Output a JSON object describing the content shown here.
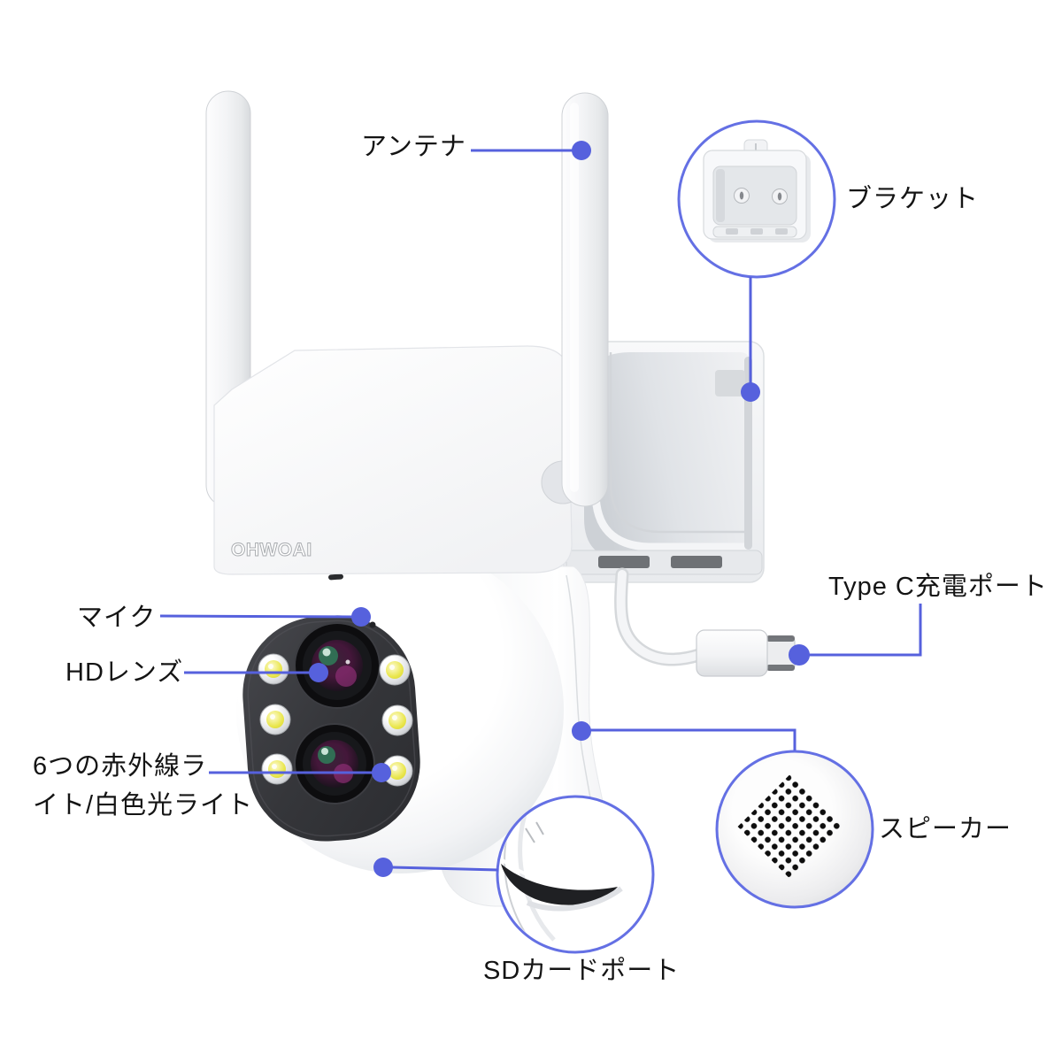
{
  "page": {
    "background": "#ffffff"
  },
  "product": {
    "brand_logo": "OHWOAI"
  },
  "callouts": {
    "antenna": {
      "label": "アンテナ"
    },
    "bracket": {
      "label": "ブラケット"
    },
    "mic": {
      "label": "マイク"
    },
    "hd_lens": {
      "label": "HDレンズ"
    },
    "ir_lights": {
      "lines": [
        "6つの赤外線ラ",
        "イト/白色光ライト"
      ]
    },
    "type_c_port": {
      "label": "Type C充電ポート"
    },
    "speaker": {
      "label": "スピーカー"
    },
    "sd_card_port": {
      "label": "SDカードポート"
    }
  },
  "colors": {
    "callout_line": "#5661dd",
    "callout_dot": "#5661dd",
    "inset_ring": "#6470e4",
    "label_text": "#141414",
    "led_yellow": "#e9e64b",
    "face_panel": "#313237",
    "body_white": "#f7f8fa"
  }
}
